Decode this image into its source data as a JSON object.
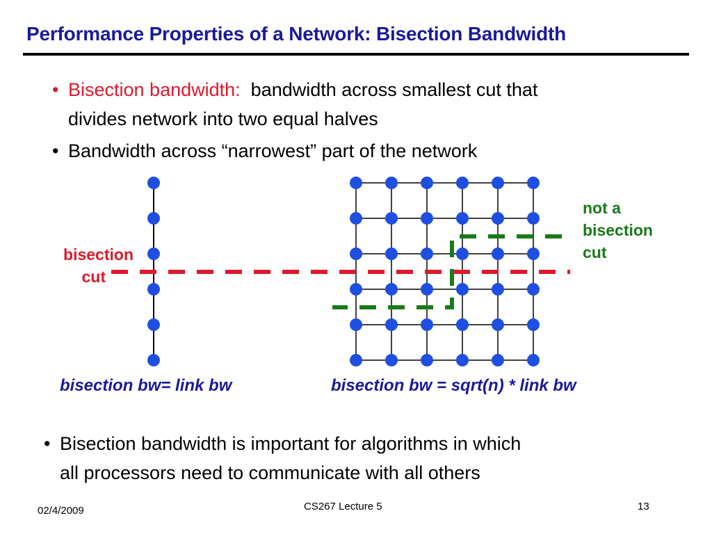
{
  "title": "Performance Properties of a Network: Bisection Bandwidth",
  "bullets": {
    "b1_dot": "•",
    "b1_term": "Bisection bandwidth:",
    "b1_line1_rest": "bandwidth across smallest cut that",
    "b1_line2": "divides network into two equal halves",
    "b2_dot": "•",
    "b2_text": "Bandwidth across “narrowest” part of the network",
    "b3_dot": "•",
    "b3_line1": "Bisection bandwidth is important for algorithms in which",
    "b3_line2": "all processors need to communicate with all others"
  },
  "diagram": {
    "bisection_cut_line1": "bisection",
    "bisection_cut_line2": "cut",
    "not_bisection_line1": "not a",
    "not_bisection_line2": "bisection",
    "not_bisection_line3": "cut",
    "linear_caption": "bisection bw= link bw",
    "mesh_caption": "bisection bw = sqrt(n) * link bw",
    "linear_nodes": 6,
    "mesh_rows": 6,
    "mesh_cols": 6,
    "colors": {
      "node": "#1f4fe0",
      "link": "#000000",
      "bisection_cut": "#e0182b",
      "not_bisection_cut": "#1a7a1a",
      "title": "#1a1a99"
    }
  },
  "footer": {
    "date": "02/4/2009",
    "course": "CS267 Lecture 5",
    "page": "13"
  }
}
